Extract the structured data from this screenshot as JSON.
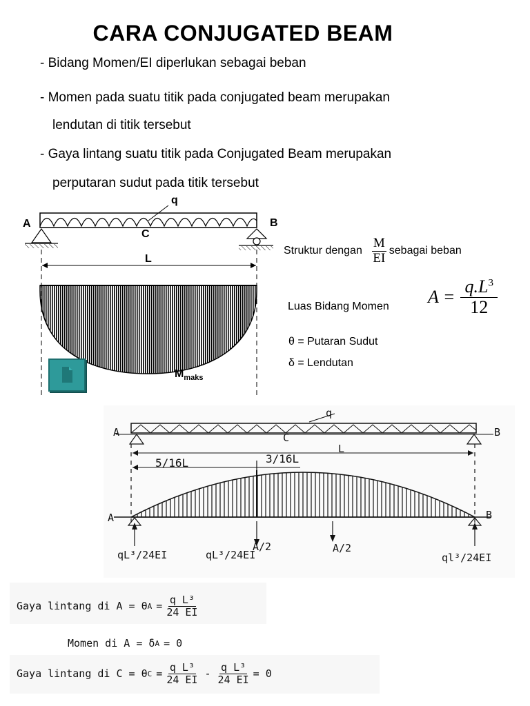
{
  "title": "CARA CONJUGATED BEAM",
  "bullets": [
    {
      "line1": "- Bidang Momen/EI  diperlukan sebagai beban",
      "line2": ""
    },
    {
      "line1": "- Momen pada suatu titik pada conjugated beam merupakan",
      "line2": "lendutan di titik tersebut"
    },
    {
      "line1": "- Gaya lintang suatu titik pada Conjugated Beam merupakan",
      "line2": "perputaran sudut pada titik tersebut"
    }
  ],
  "beam1": {
    "load_label": "q",
    "left_support": "A",
    "right_support": "B",
    "mid_label": "C",
    "span_label": "L",
    "moment_label": "M",
    "moment_sub": "maks"
  },
  "right_info": {
    "struktur_prefix": "Struktur dengan",
    "frac_num": "M",
    "frac_den": "EI",
    "struktur_suffix": "sebagai beban",
    "luas_label": "Luas Bidang Momen",
    "formula_lhs": "A =",
    "formula_num": "q.L",
    "formula_exp": "3",
    "formula_den": "12",
    "theta_line": "θ = Putaran Sudut",
    "delta_line": "δ = Lendutan"
  },
  "beam2": {
    "load_label": "q",
    "left_top": "A",
    "right_top": "B",
    "mid_label": "C",
    "span_label": "L",
    "dim_left": "5/16L",
    "dim_right": "3/16L",
    "left_bottom": "A",
    "right_bottom": "B",
    "left_reaction": "qL³/24EI",
    "mid_reaction": "qL³/24EI",
    "a_half_1": "A/2",
    "a_half_2": "A/2",
    "right_reaction": "ql³/24EI"
  },
  "equations": {
    "eq1_text": "Gaya lintang di A = θ",
    "eq1_sub": "A",
    "eq1_num": "q L³",
    "eq1_den": "24 EI",
    "eq2_text": "Momen di A = δ",
    "eq2_sub": "A",
    "eq2_rhs": "= 0",
    "eq3_text": "Gaya lintang di C = θ",
    "eq3_sub": "C",
    "eq3_num1": "q L³",
    "eq3_den1": "24 EI",
    "eq3_num2": "q L³",
    "eq3_den2": "24 EI",
    "eq3_rhs": "= 0"
  }
}
